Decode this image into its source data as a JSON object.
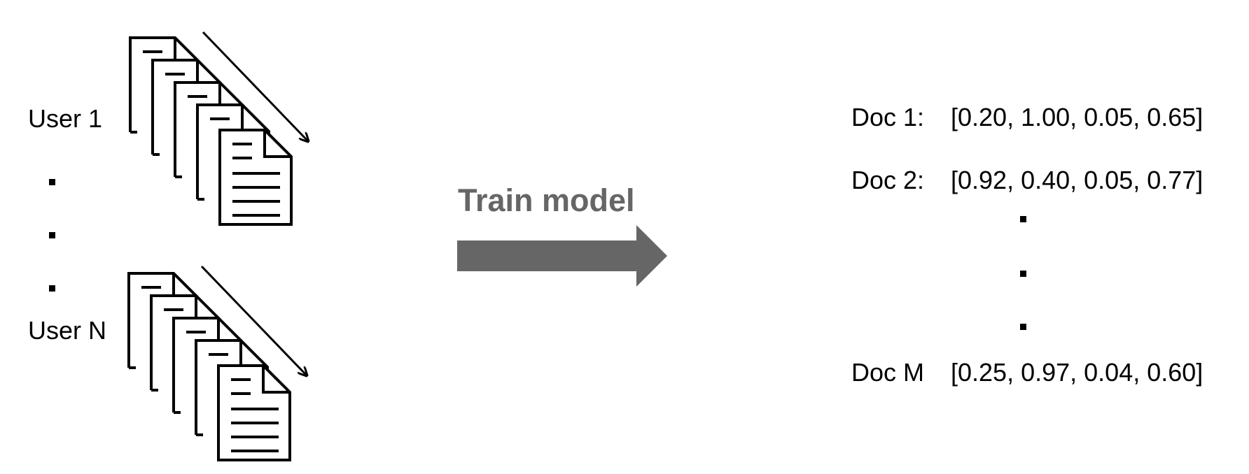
{
  "users": {
    "first": "User 1",
    "last": "User N",
    "ellipsis_count": 3
  },
  "process": {
    "label": "Train model",
    "arrow_color": "#666666"
  },
  "documents": {
    "rows": [
      {
        "label": "Doc 1:",
        "vector": "[0.20, 1.00, 0.05, 0.65]"
      },
      {
        "label": "Doc 2:",
        "vector": "[0.92, 0.40, 0.05, 0.77]"
      },
      {
        "label": "Doc M",
        "vector": "[0.25, 0.97, 0.04, 0.60]"
      }
    ],
    "ellipsis_count": 3
  },
  "icons": {
    "document_stack": "document-stack-icon",
    "sequence_arrow": "sequence-arrow-icon"
  }
}
